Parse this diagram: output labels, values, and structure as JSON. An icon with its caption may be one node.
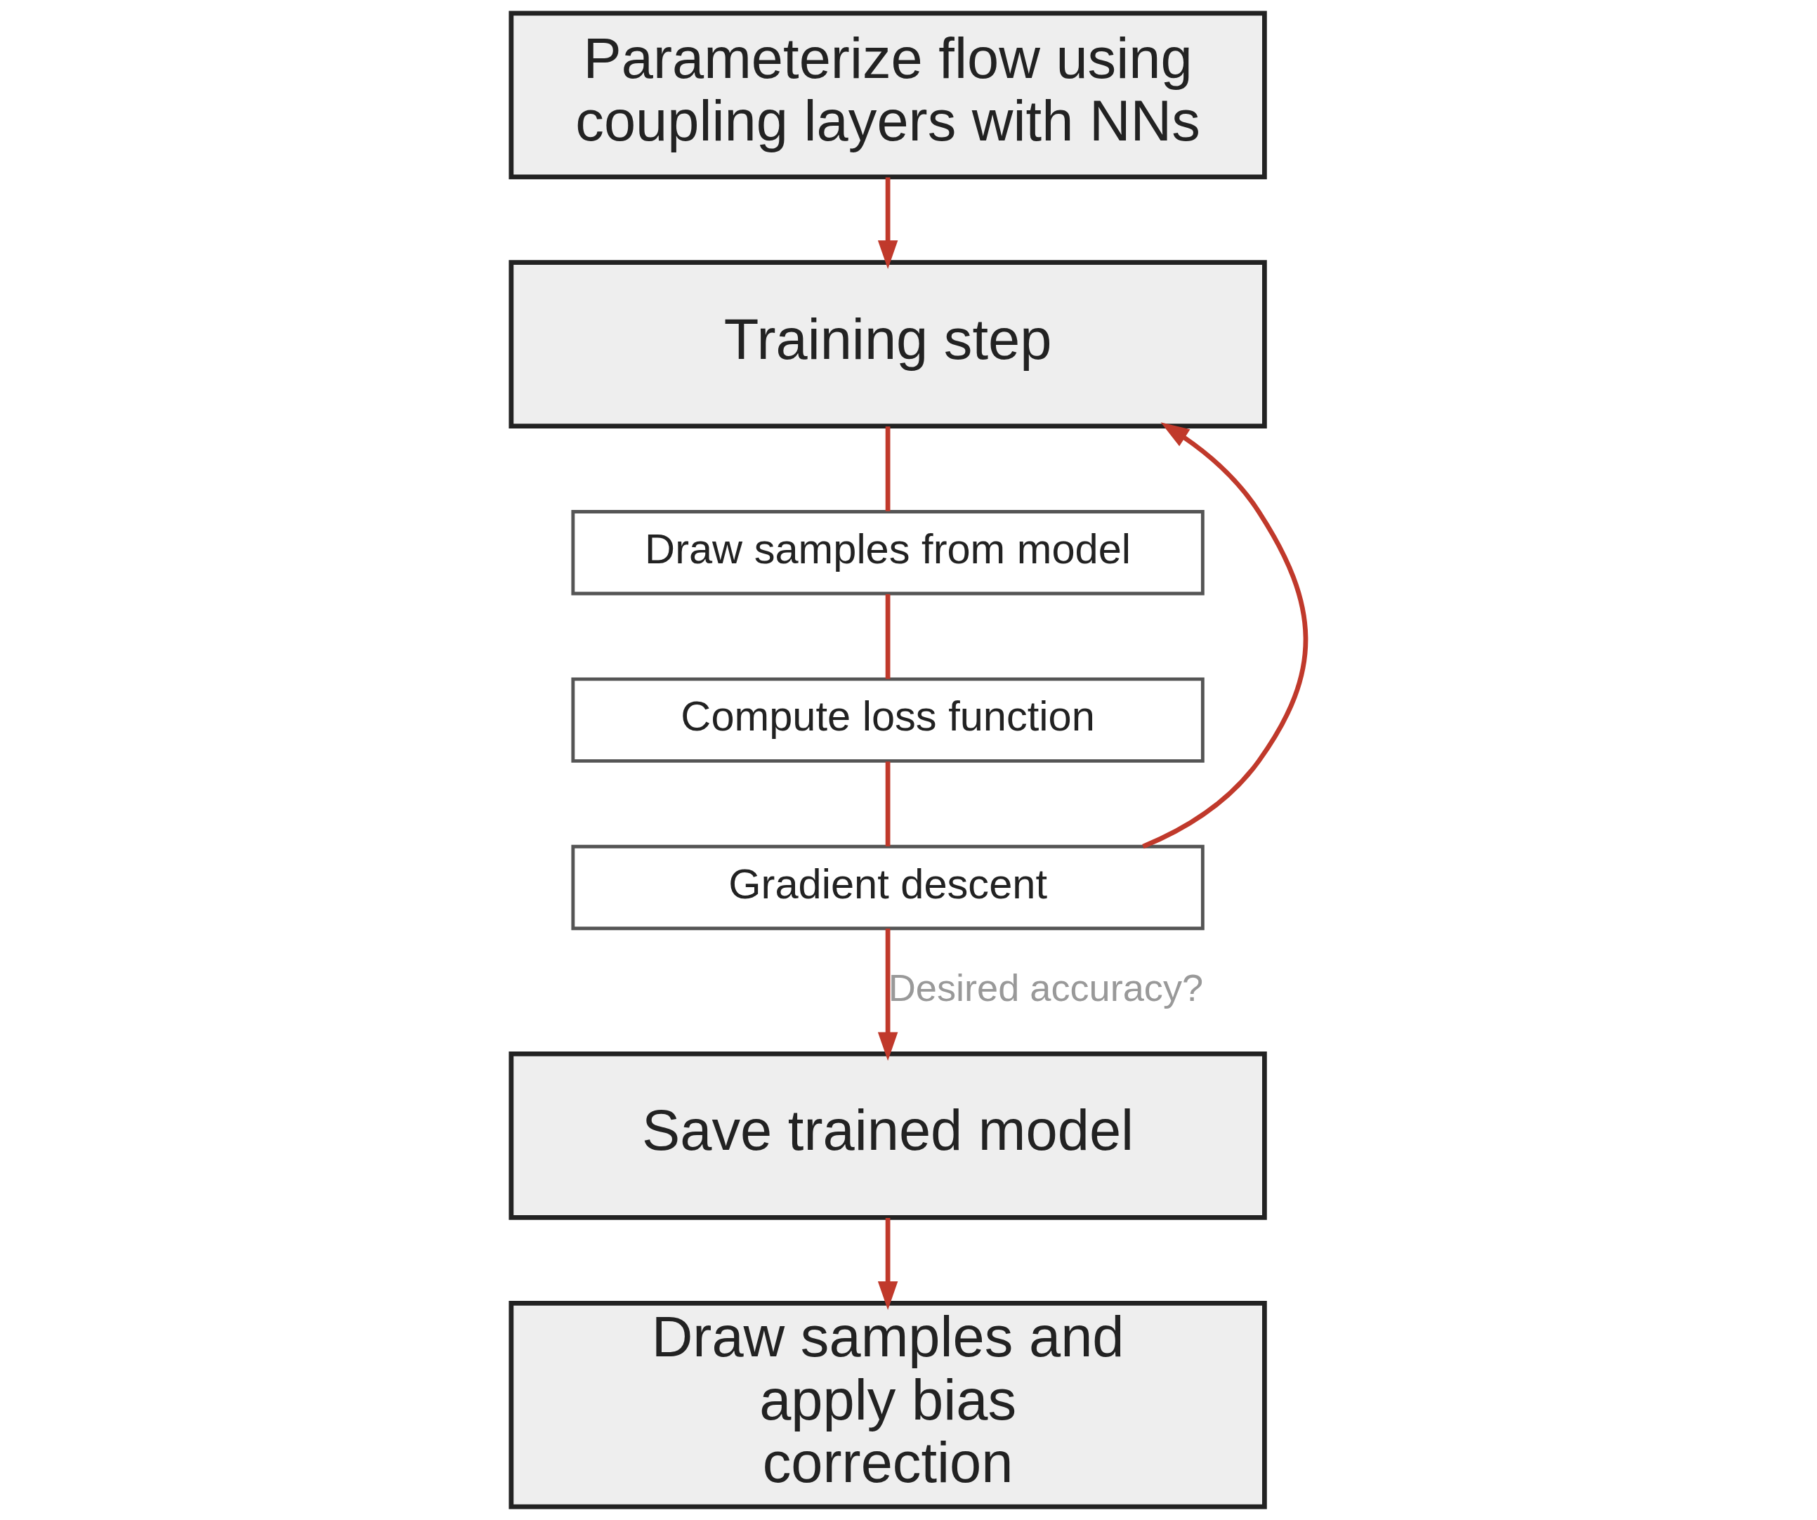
{
  "diagram": {
    "nodes": [
      {
        "text": [
          "Parameterize flow using coupling layers with NNs"
        ]
      },
      {
        "text": [
          "Training step"
        ]
      },
      {
        "text": [
          "Draw samples from model"
        ]
      },
      {
        "text": [
          "Compute loss function"
        ]
      },
      {
        "text": [
          "Gradient descent"
        ]
      },
      {
        "text": [
          "Save trained model"
        ]
      },
      {
        "text": [
          "Draw samples and apply bias correction"
        ]
      }
    ],
    "edges": [
      {
        "from": 0,
        "to": 1,
        "arrow": "to"
      },
      {
        "from": 1,
        "to": 2,
        "arrow": "none"
      },
      {
        "from": 2,
        "to": 3,
        "arrow": "none"
      },
      {
        "from": 3,
        "to": 4,
        "arrow": "none"
      },
      {
        "from": 4,
        "to": 1,
        "arrow": "to"
      },
      {
        "from": 4,
        "to": 5,
        "arrow": "to",
        "label": "Desired accuracy?"
      },
      {
        "from": 5,
        "to": 6,
        "arrow": "to"
      }
    ]
  }
}
